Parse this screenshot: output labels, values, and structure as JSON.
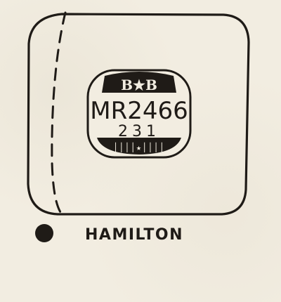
{
  "plate": {
    "top_mark": "B★B",
    "serial": "MR2466",
    "number": "231",
    "bottom_band_pattern": "││││★││││"
  },
  "caption": {
    "text": "HAMILTON"
  },
  "colors": {
    "ink": "#1f1b17",
    "paper": "#f2ede1"
  }
}
